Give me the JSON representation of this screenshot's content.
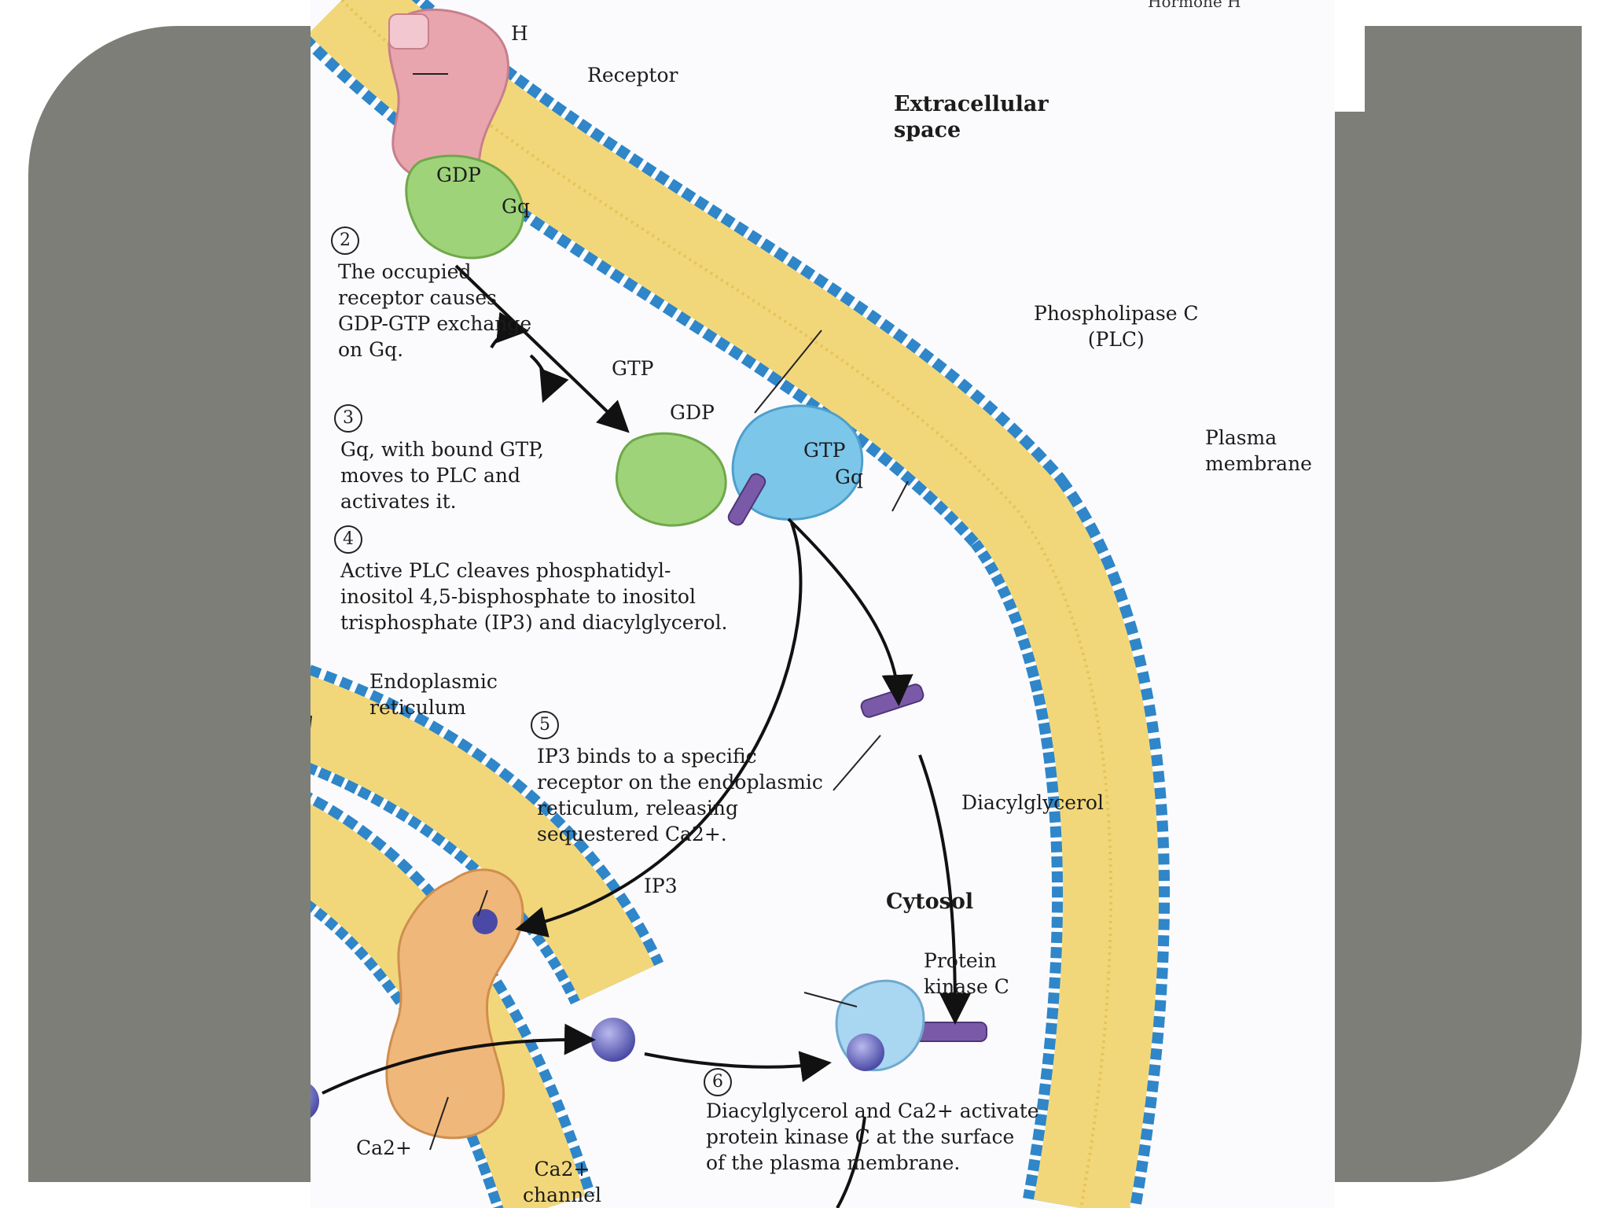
{
  "labels": {
    "top_cutoff": "Hormone H",
    "hormone": "H",
    "receptor": "Receptor",
    "extracellular": "Extracellular\nspace",
    "gdp_top": "GDP",
    "gq_top": "Gq",
    "gtp_mid": "GTP",
    "gdp_mid": "GDP",
    "gtp_bound": "GTP",
    "gq_bound": "Gq",
    "plc": "Phospholipase C\n(PLC)",
    "plasma_membrane": "Plasma\nmembrane",
    "er": "Endoplasmic\nreticulum",
    "diacylglycerol": "Diacylglycerol",
    "ip3": "IP3",
    "cytosol": "Cytosol",
    "pkc": "Protein\nkinase C",
    "ca_left": "Ca2+",
    "ca_channel": "Ca2+\nchannel"
  },
  "steps": [
    {
      "num": "2",
      "text": "The occupied\nreceptor causes\nGDP-GTP exchange\non Gq."
    },
    {
      "num": "3",
      "text": "Gq, with bound GTP,\nmoves to PLC and\nactivates it."
    },
    {
      "num": "4",
      "text": "Active PLC cleaves phosphatidyl-\ninositol 4,5-bisphosphate to inositol\ntrisphosphate (IP3) and diacylglycerol."
    },
    {
      "num": "5",
      "text": "IP3 binds to a specific\nreceptor on the endoplasmic\nreticulum, releasing\nsequestered Ca2+."
    },
    {
      "num": "6",
      "text": "Diacylglycerol and Ca2+ activate\nprotein kinase C at the surface\nof the plasma membrane."
    }
  ],
  "colors": {
    "slide_frame": "#7d7e77",
    "membrane_lipid": "#f2d77a",
    "membrane_head": "#2f86c9",
    "receptor": "#e9a5ae",
    "gq_protein": "#9fd37a",
    "plc": "#7cc6ea",
    "dag": "#7a5aa8",
    "ca_channel": "#f0b77a",
    "calcium_ion": "#5f5fb8"
  }
}
